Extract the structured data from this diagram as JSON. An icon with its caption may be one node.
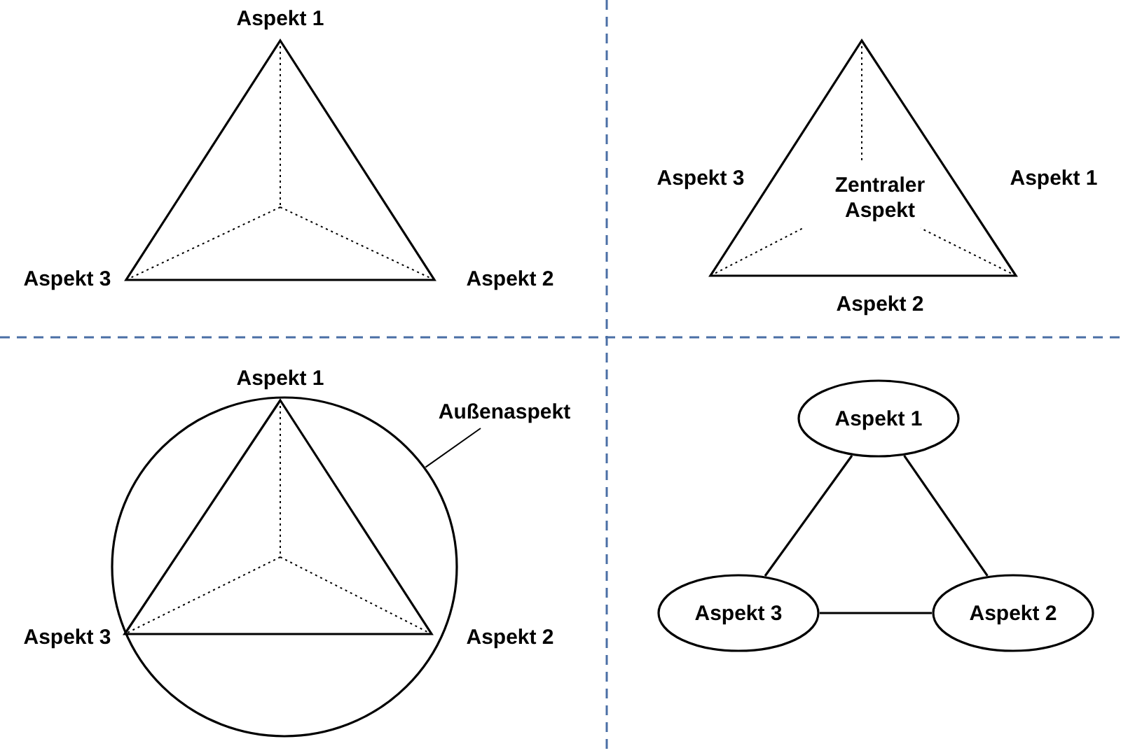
{
  "diagram": {
    "nodes": [
      {
        "text": [
          "Außenaspekt"
        ]
      },
      {
        "text": [],
        "shape": "circle"
      },
      {
        "text": [
          "Aspekt 1"
        ]
      },
      {
        "text": [
          "Aspekt 3"
        ]
      },
      {
        "text": [
          "Aspekt 2"
        ]
      }
    ],
    "edges": [
      {
        "from": 0,
        "to": 1,
        "arrow": "none"
      },
      {
        "from": 2,
        "to": 3,
        "arrow": "none"
      },
      {
        "from": 2,
        "to": 4,
        "arrow": "none"
      },
      {
        "from": 3,
        "to": 4,
        "arrow": "none"
      }
    ],
    "labels": [
      "Aspekt 1",
      "Aspekt 3",
      "Aspekt 2",
      "Aspekt 3",
      "Zentraler Aspekt",
      "Aspekt 1",
      "Aspekt 2",
      "Aspekt 1",
      "Aspekt 3",
      "Aspekt 2"
    ]
  }
}
